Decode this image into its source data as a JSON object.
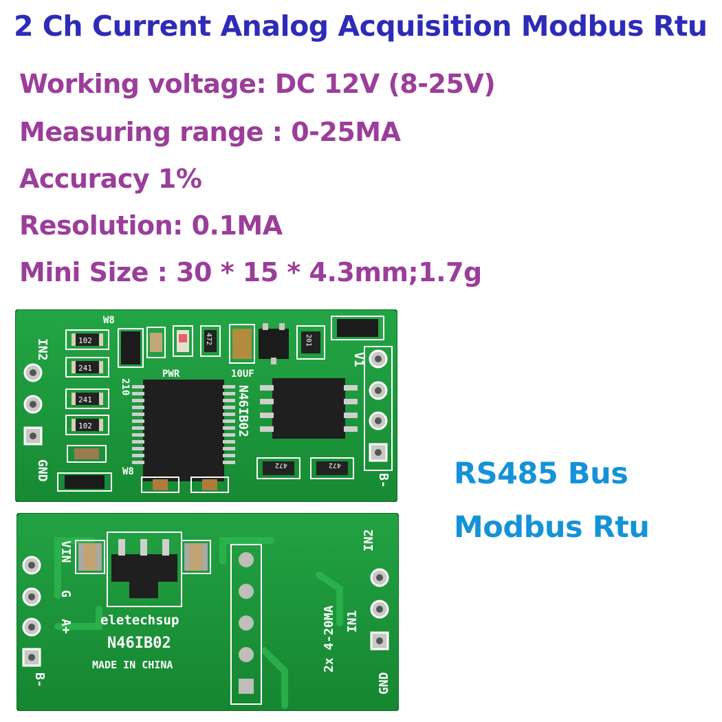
{
  "title": "2 Ch Current Analog Acquisition Modbus Rtu",
  "specs": {
    "working_voltage": "Working voltage: DC 12V (8-25V)",
    "measuring_range": "Measuring range : 0-25MA",
    "accuracy": "Accuracy 1%",
    "resolution": "Resolution: 0.1MA",
    "mini_size": "Mini Size  : 30 * 15 * 4.3mm;1.7g"
  },
  "bus": {
    "line1": "RS485 Bus",
    "line2": "Modbus Rtu"
  },
  "board_top": {
    "in2": "IN2",
    "gnd": "GND",
    "v1": "V1",
    "b_minus": "B-",
    "w8_top": "W8",
    "w8_bottom": "W8",
    "pwr": "PWR",
    "cap_10uf": "10UF",
    "model": "N46IB02",
    "r210": "210",
    "res_102a": "102",
    "res_241a": "241",
    "res_241b": "241",
    "res_102b": "102",
    "res_472a": "472",
    "res_201": "201",
    "res_472b": "472",
    "res_472c": "472"
  },
  "board_bottom": {
    "vin": "VIN",
    "g": "G",
    "a_plus": "A+",
    "b_minus": "B-",
    "in2": "IN2",
    "in1": "IN1",
    "gnd": "GND",
    "range": "2x 4-20MA",
    "brand": "eletechsup",
    "model": "N46IB02",
    "origin": "MADE IN CHINA"
  },
  "colors": {
    "title": "#2e2bb8",
    "specs": "#9b3d9a",
    "bus": "#1592d8",
    "pcb": "#1c9b3c",
    "silkscreen": "#ffffff"
  }
}
